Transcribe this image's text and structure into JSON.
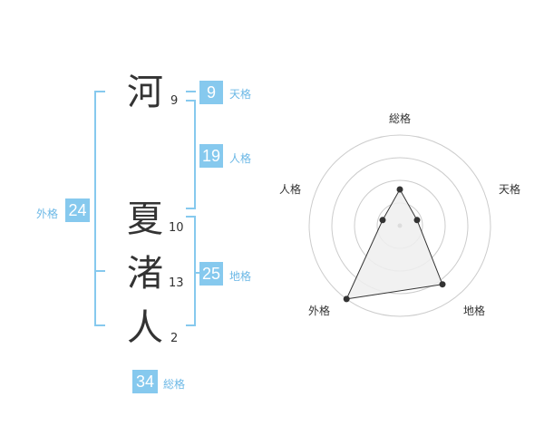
{
  "name": {
    "chars": [
      {
        "char": "河",
        "strokes": "9"
      },
      {
        "char": "夏",
        "strokes": "10"
      },
      {
        "char": "渚",
        "strokes": "13"
      },
      {
        "char": "人",
        "strokes": "2"
      }
    ]
  },
  "kakusu": {
    "tenkaku": {
      "value": "9",
      "label": "天格"
    },
    "jinkaku": {
      "value": "19",
      "label": "人格"
    },
    "chikaku": {
      "value": "25",
      "label": "地格"
    },
    "gaikaku": {
      "value": "24",
      "label": "外格"
    },
    "soukaku": {
      "value": "34",
      "label": "総格"
    }
  },
  "chart_data": {
    "type": "radar",
    "axes": [
      "総格",
      "天格",
      "地格",
      "外格",
      "人格"
    ],
    "values": [
      2,
      1,
      4,
      5,
      1
    ],
    "max": 5,
    "rings": 4,
    "fill_color": "#eeeeee",
    "line_color": "#333333"
  }
}
